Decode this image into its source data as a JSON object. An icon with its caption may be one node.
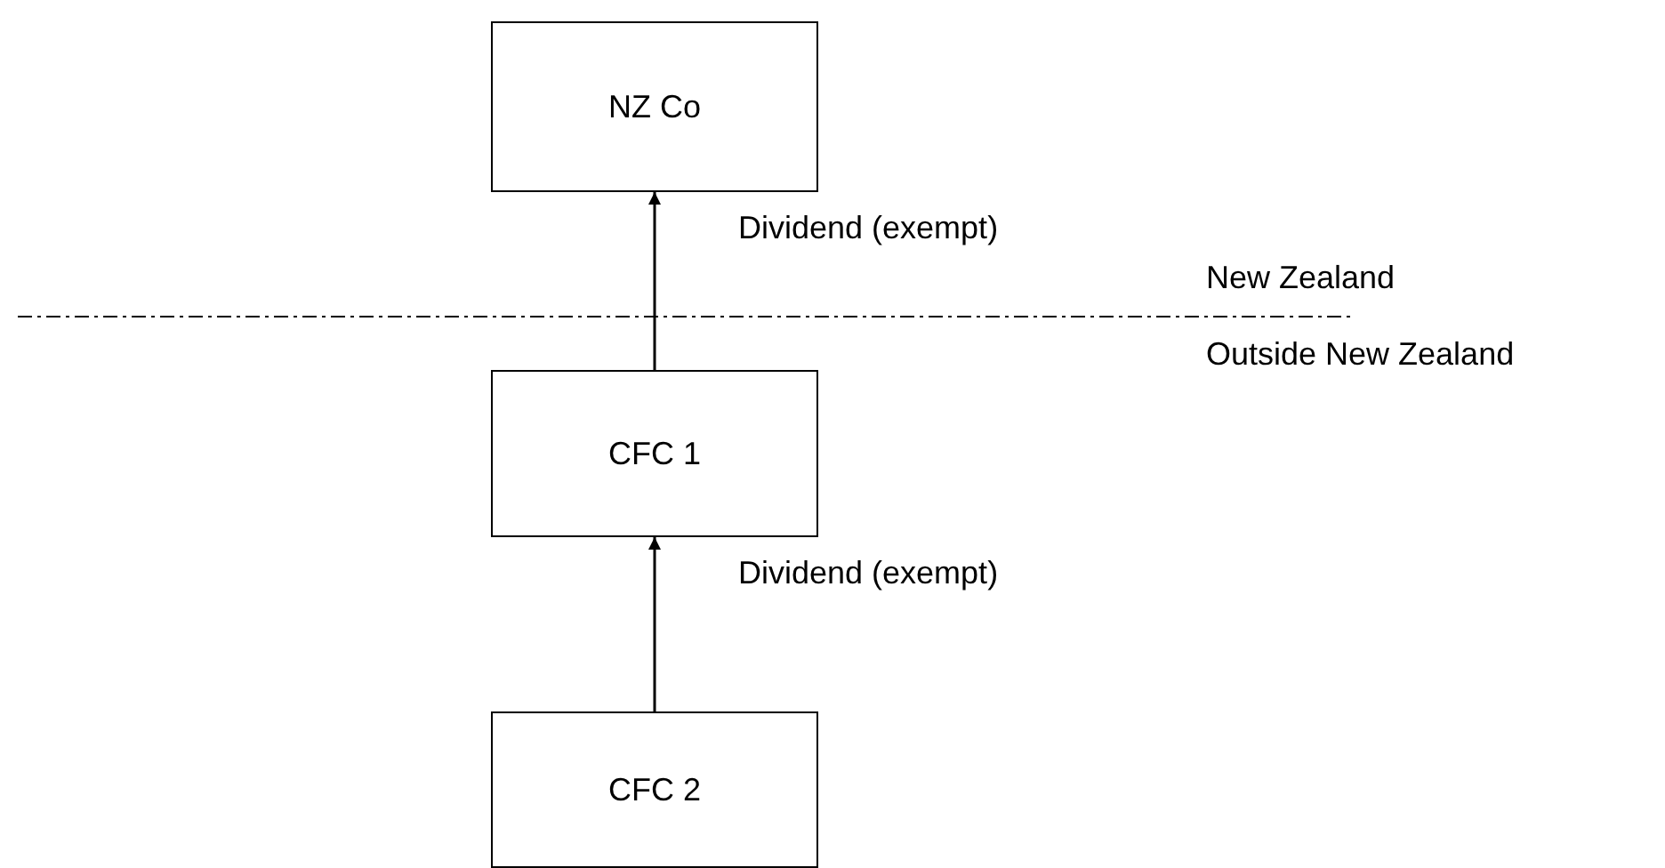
{
  "diagram": {
    "nodes": [
      {
        "text": [
          "NZ Co"
        ]
      },
      {
        "text": [
          "CFC 1"
        ]
      },
      {
        "text": [
          "CFC 2"
        ]
      }
    ],
    "edges": [
      {
        "from": 1,
        "to": 0,
        "arrow": "to",
        "label": "Dividend (exempt)"
      },
      {
        "from": 2,
        "to": 1,
        "arrow": "to",
        "label": "Dividend (exempt)"
      }
    ],
    "labels": [
      "New Zealand",
      "Outside New Zealand"
    ]
  }
}
